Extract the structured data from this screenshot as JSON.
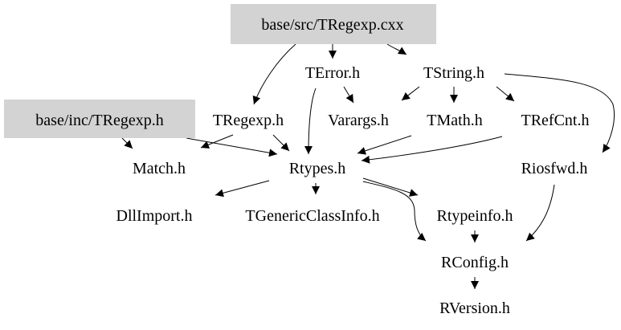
{
  "nodes": [
    {
      "id": "cxx",
      "label": "base/src/TRegexp.cxx",
      "highlight": true
    },
    {
      "id": "inc",
      "label": "base/inc/TRegexp.h",
      "highlight": true
    },
    {
      "id": "terror",
      "label": "TError.h"
    },
    {
      "id": "tstring",
      "label": "TString.h"
    },
    {
      "id": "tregexp",
      "label": "TRegexp.h"
    },
    {
      "id": "varargs",
      "label": "Varargs.h"
    },
    {
      "id": "tmath",
      "label": "TMath.h"
    },
    {
      "id": "trefcnt",
      "label": "TRefCnt.h"
    },
    {
      "id": "match",
      "label": "Match.h"
    },
    {
      "id": "rtypes",
      "label": "Rtypes.h"
    },
    {
      "id": "riosfwd",
      "label": "Riosfwd.h"
    },
    {
      "id": "dllimport",
      "label": "DllImport.h"
    },
    {
      "id": "tgci",
      "label": "TGenericClassInfo.h"
    },
    {
      "id": "rtypeinfo",
      "label": "Rtypeinfo.h"
    },
    {
      "id": "rconfig",
      "label": "RConfig.h"
    },
    {
      "id": "rversion",
      "label": "RVersion.h"
    }
  ],
  "edges": [
    [
      "cxx",
      "tregexp"
    ],
    [
      "cxx",
      "terror"
    ],
    [
      "cxx",
      "tstring"
    ],
    [
      "terror",
      "rtypes"
    ],
    [
      "terror",
      "varargs"
    ],
    [
      "tstring",
      "varargs"
    ],
    [
      "tstring",
      "tmath"
    ],
    [
      "tstring",
      "trefcnt"
    ],
    [
      "tstring",
      "riosfwd"
    ],
    [
      "inc",
      "match"
    ],
    [
      "inc",
      "rtypes"
    ],
    [
      "tregexp",
      "match"
    ],
    [
      "tregexp",
      "rtypes"
    ],
    [
      "tmath",
      "rtypes"
    ],
    [
      "trefcnt",
      "rtypes"
    ],
    [
      "rtypes",
      "dllimport"
    ],
    [
      "rtypes",
      "tgci"
    ],
    [
      "rtypes",
      "rtypeinfo"
    ],
    [
      "rtypes",
      "rconfig"
    ],
    [
      "rtypeinfo",
      "rconfig"
    ],
    [
      "riosfwd",
      "rconfig"
    ],
    [
      "rconfig",
      "rversion"
    ]
  ],
  "colors": {
    "highlight_fill": "#d3d3d3",
    "edge": "#000000"
  }
}
